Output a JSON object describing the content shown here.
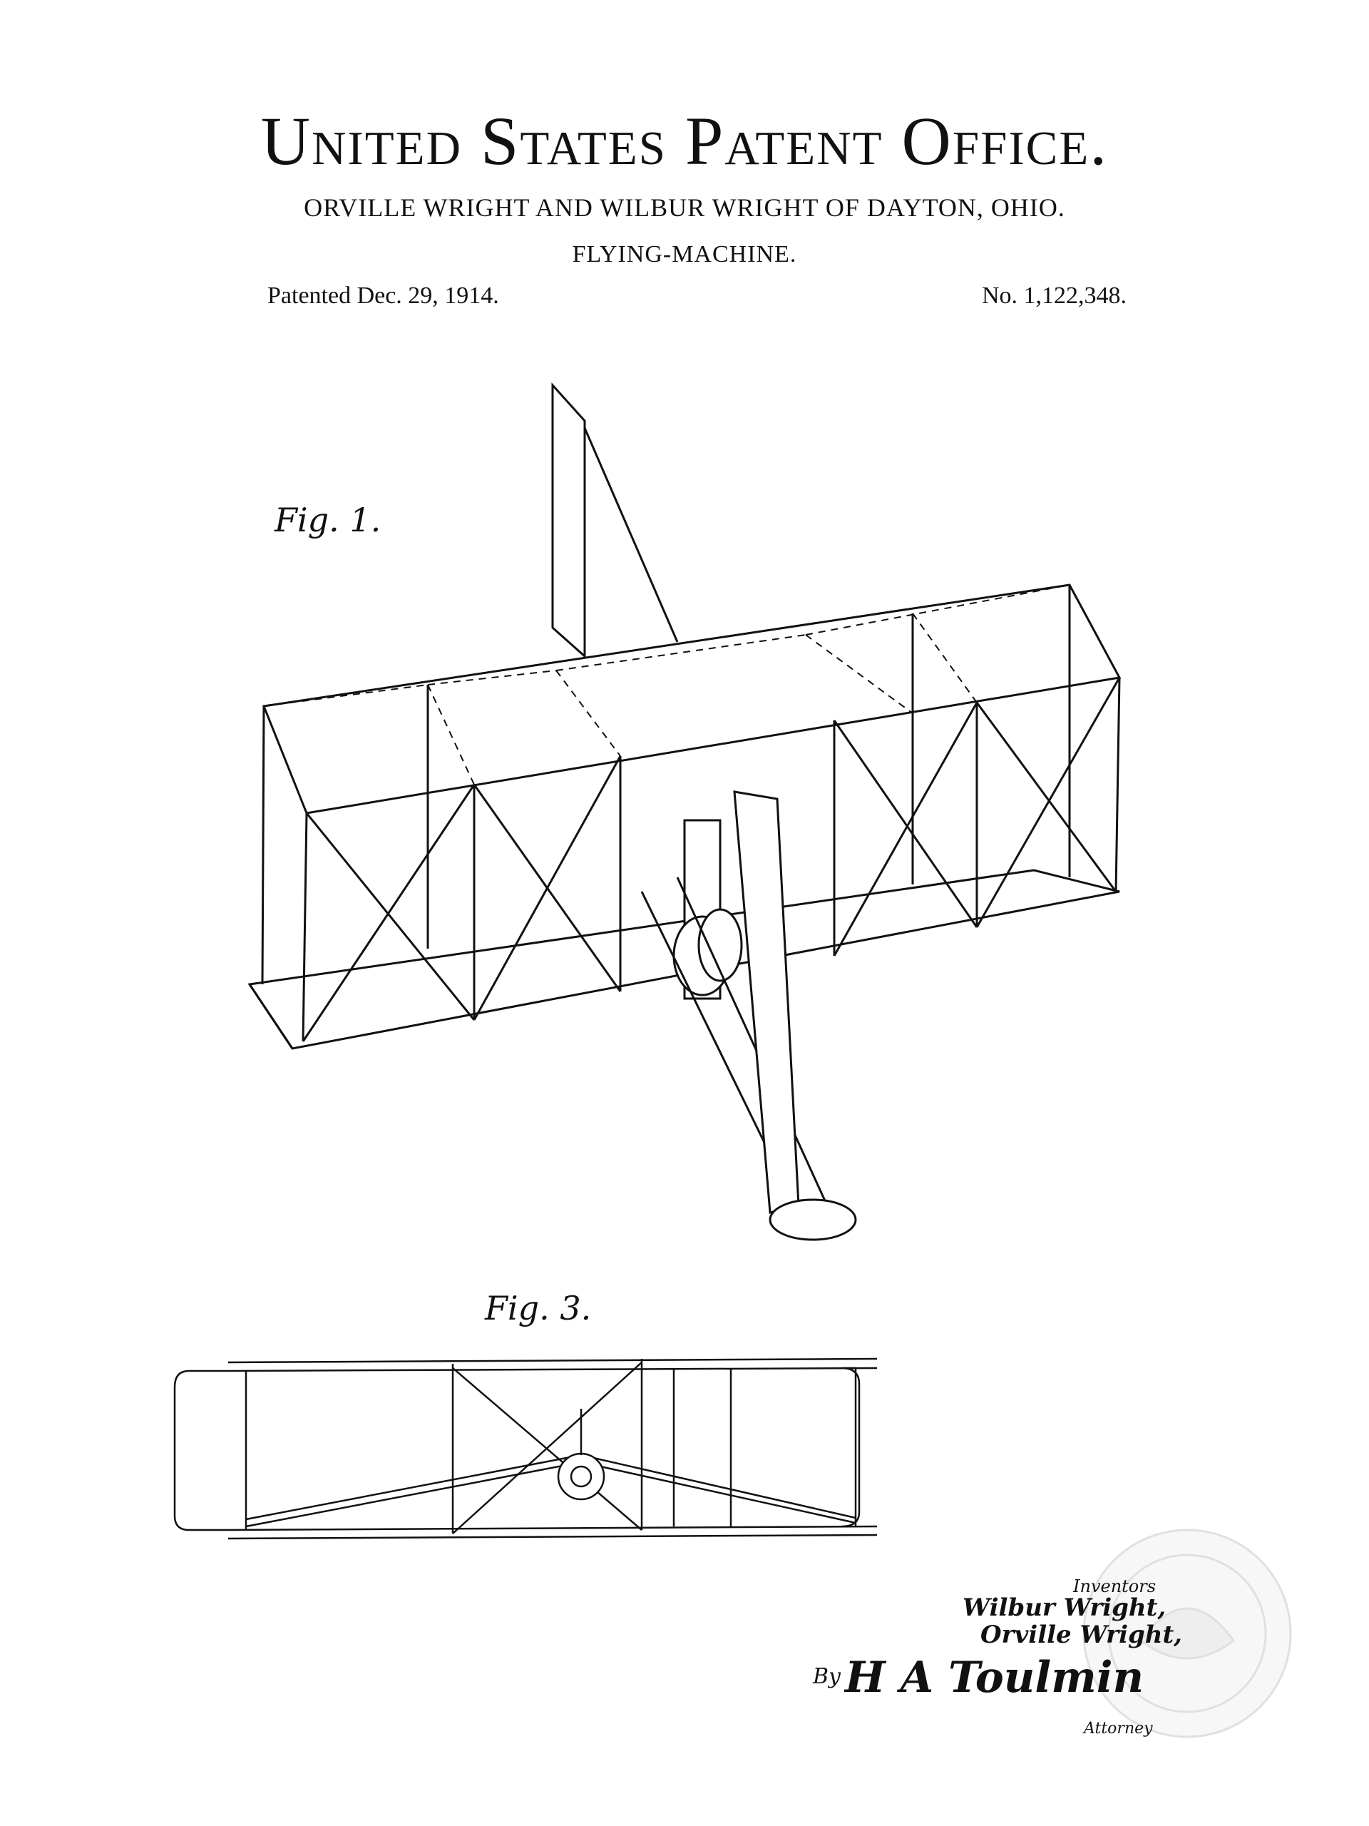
{
  "header": {
    "office": "United States Patent Office.",
    "inventors": "ORVILLE WRIGHT AND WILBUR WRIGHT OF DAYTON, OHIO.",
    "invention": "FLYING-MACHINE.",
    "patented": "Patented Dec. 29, 1914.",
    "number": "No. 1,122,348."
  },
  "figures": {
    "fig1_label": "Fig. 1.",
    "fig3_label": "Fig. 3."
  },
  "signature": {
    "inventors_label": "Inventors",
    "name1": "Wilbur Wright,",
    "name2": "Orville Wright,",
    "by": "By",
    "attorney_sig": "H A Toulmin",
    "attorney_label": "Attorney"
  },
  "colors": {
    "ink": "#111111",
    "seal": "#e6e6e6"
  }
}
